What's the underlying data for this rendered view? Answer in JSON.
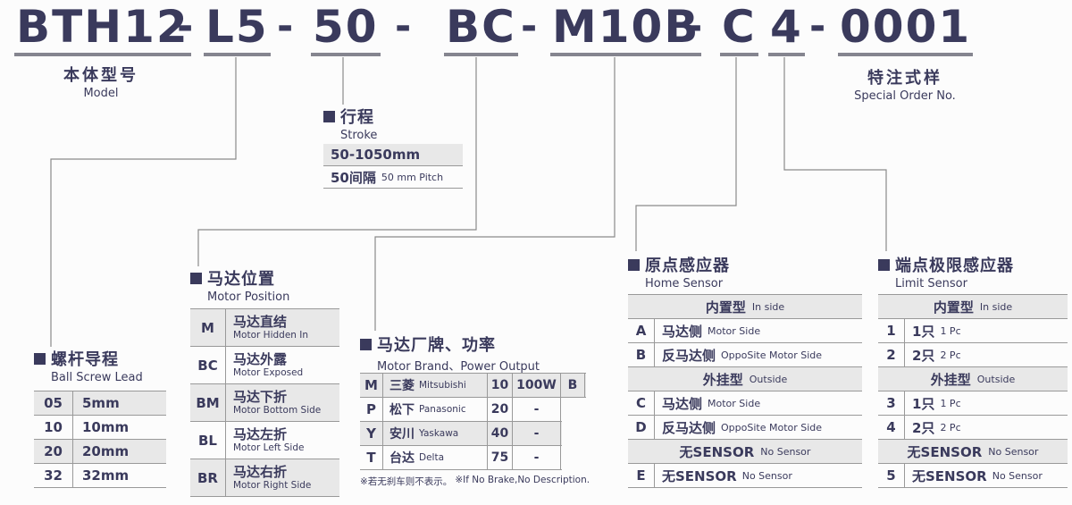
{
  "title": {
    "segments": [
      "BTH12",
      "L5",
      "50",
      "BC",
      "M10B",
      "C",
      "4",
      "0001"
    ],
    "separator": "-"
  },
  "model_label": {
    "zh": "本体型号",
    "en": "Model"
  },
  "special_order_label": {
    "zh": "特注式样",
    "en": "Special Order No."
  },
  "stroke": {
    "zh": "行程",
    "en": "Stroke",
    "range": "50-1050mm",
    "pitch_zh": "50间隔",
    "pitch_en": "50 mm Pitch"
  },
  "ball_screw": {
    "zh": "螺杆导程",
    "en": "Ball Screw Lead",
    "rows": [
      {
        "code": "05",
        "value": "5mm"
      },
      {
        "code": "10",
        "value": "10mm"
      },
      {
        "code": "20",
        "value": "20mm"
      },
      {
        "code": "32",
        "value": "32mm"
      }
    ]
  },
  "motor_position": {
    "zh": "马达位置",
    "en": "Motor Position",
    "rows": [
      {
        "code": "M",
        "zh": "马达直结",
        "en": "Motor Hidden In"
      },
      {
        "code": "BC",
        "zh": "马达外露",
        "en": "Motor Exposed"
      },
      {
        "code": "BM",
        "zh": "马达下折",
        "en": "Motor Bottom Side"
      },
      {
        "code": "BL",
        "zh": "马达左折",
        "en": "Motor Left Side"
      },
      {
        "code": "BR",
        "zh": "马达右折",
        "en": "Motor Right Side"
      }
    ]
  },
  "motor_brand": {
    "zh": "马达厂牌、功率",
    "en": "Motor Brand、Power Output",
    "rows": [
      {
        "code": "M",
        "brand_zh": "三菱",
        "brand_en": "Mitsubishi",
        "power_code": "10",
        "power": "100W",
        "brake": "B"
      },
      {
        "code": "P",
        "brand_zh": "松下",
        "brand_en": "Panasonic",
        "power_code": "20",
        "power": "-"
      },
      {
        "code": "Y",
        "brand_zh": "安川",
        "brand_en": "Yaskawa",
        "power_code": "40",
        "power": "-"
      },
      {
        "code": "T",
        "brand_zh": "台达",
        "brand_en": "Delta",
        "power_code": "75",
        "power": "-"
      }
    ],
    "note_zh": "※若无刹车则不表示。",
    "note_en": "※If No Brake,No Description."
  },
  "home_sensor": {
    "zh": "原点感应器",
    "en": "Home Sensor",
    "rows": [
      {
        "type": "section",
        "zh": "内置型",
        "en": "In side"
      },
      {
        "type": "item",
        "code": "A",
        "zh": "马达侧",
        "en": "Motor Side"
      },
      {
        "type": "item",
        "code": "B",
        "zh": "反马达侧",
        "en": "OppoSite Motor Side"
      },
      {
        "type": "section",
        "zh": "外挂型",
        "en": "Outside"
      },
      {
        "type": "item",
        "code": "C",
        "zh": "马达侧",
        "en": "Motor Side"
      },
      {
        "type": "item",
        "code": "D",
        "zh": "反马达侧",
        "en": "OppoSite Motor Side"
      },
      {
        "type": "section",
        "zh": "无SENSOR",
        "en": "No Sensor"
      },
      {
        "type": "item",
        "code": "E",
        "zh": "无SENSOR",
        "en": "No Sensor"
      }
    ]
  },
  "limit_sensor": {
    "zh": "端点极限感应器",
    "en": "Limit Sensor",
    "rows": [
      {
        "type": "section",
        "zh": "内置型",
        "en": "In side"
      },
      {
        "type": "item",
        "code": "1",
        "zh": "1只",
        "en": "1 Pc"
      },
      {
        "type": "item",
        "code": "2",
        "zh": "2只",
        "en": "2 Pc"
      },
      {
        "type": "section",
        "zh": "外挂型",
        "en": "Outside"
      },
      {
        "type": "item",
        "code": "3",
        "zh": "1只",
        "en": "1 Pc"
      },
      {
        "type": "item",
        "code": "4",
        "zh": "2只",
        "en": "2 Pc"
      },
      {
        "type": "section",
        "zh": "无SENSOR",
        "en": "No Sensor"
      },
      {
        "type": "item",
        "code": "5",
        "zh": "无SENSOR",
        "en": "No Sensor"
      }
    ]
  },
  "colors": {
    "text": "#3A3A5C",
    "row_shade": "#E8E8E8",
    "table_line": "#999999",
    "connector": "#8A8A8A"
  }
}
